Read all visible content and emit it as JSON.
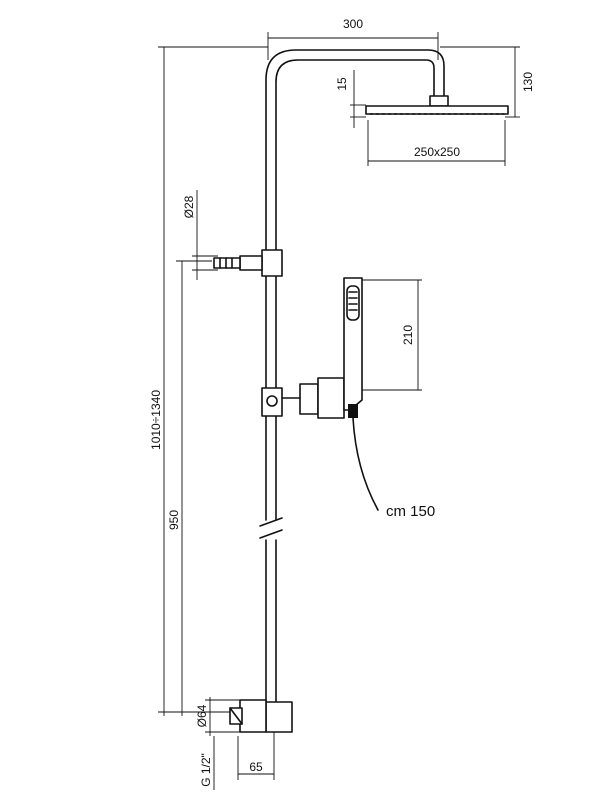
{
  "dimensions": {
    "width_top": "300",
    "head_gap": "15",
    "head_height": "130",
    "head_size": "250x250",
    "arm_diameter": "Ø28",
    "handshower_length": "210",
    "total_height": "1010÷1340",
    "outlet_height": "950",
    "connector_diameter": "Ø64",
    "thread": "G 1/2\"",
    "depth": "65"
  },
  "annotations": {
    "hose_length": "cm 150"
  }
}
